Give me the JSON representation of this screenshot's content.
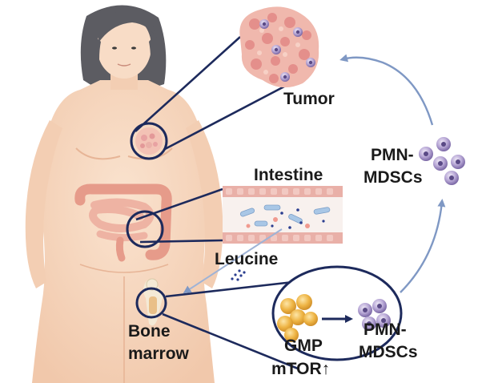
{
  "labels": {
    "tumor": "Tumor",
    "intestine": "Intestine",
    "leucine": "Leucine",
    "bone_marrow_line1": "Bone",
    "bone_marrow_line2": "marrow",
    "pmn_mdscs_top_line1": "PMN-",
    "pmn_mdscs_top_line2": "MDSCs",
    "gmp": "GMP",
    "pmn_mdscs_inset_line1": "PMN-",
    "pmn_mdscs_inset_line2": "MDSCs",
    "mtor": "mTOR↑"
  },
  "colors": {
    "skin": "#f6d7bf",
    "hair": "#5c5c62",
    "callout_navy": "#1d2a5c",
    "flow_arrow": "#7f98c4",
    "mdsc_purple": "#7e6aa6",
    "gmp_gold": "#e9b13e",
    "tumor_pink": "#e8a2a2",
    "intestine_pink": "#e9b0a8"
  },
  "icons": [
    "woman-figure-icon",
    "tumor-tissue-icon",
    "intestine-section-icon",
    "femur-bone-icon",
    "gmp-cell-icon",
    "pmn-mdsc-cell-icon"
  ]
}
